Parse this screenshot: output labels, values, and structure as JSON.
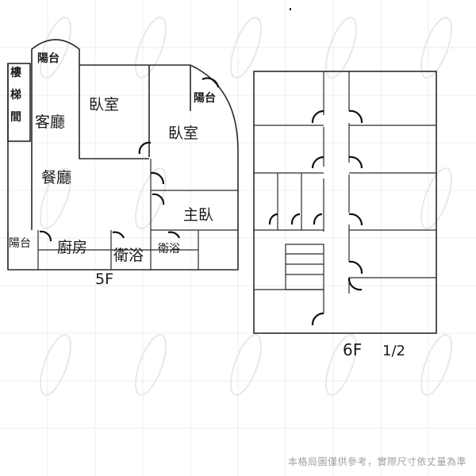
{
  "floors": {
    "5f": {
      "label": "5F",
      "rooms": {
        "stairwell": "樓梯間",
        "balcony_top": "陽台",
        "balcony_right": "陽台",
        "living": "客廳",
        "bedroom_1": "臥室",
        "bedroom_2": "臥室",
        "dining": "餐廳",
        "master_bedroom": "主臥",
        "balcony_left": "陽台",
        "kitchen": "廚房",
        "bathroom_1": "衛浴",
        "bathroom_2": "衛浴"
      }
    },
    "6f": {
      "label": "6F",
      "fraction": "1/2"
    }
  },
  "disclaimer": "本格局圖僅供參考，實際尺寸依丈量為準",
  "colors": {
    "line": "#2a2a2a",
    "watermark": "#e6e6e6",
    "disclaimer": "#a0a0a0"
  }
}
